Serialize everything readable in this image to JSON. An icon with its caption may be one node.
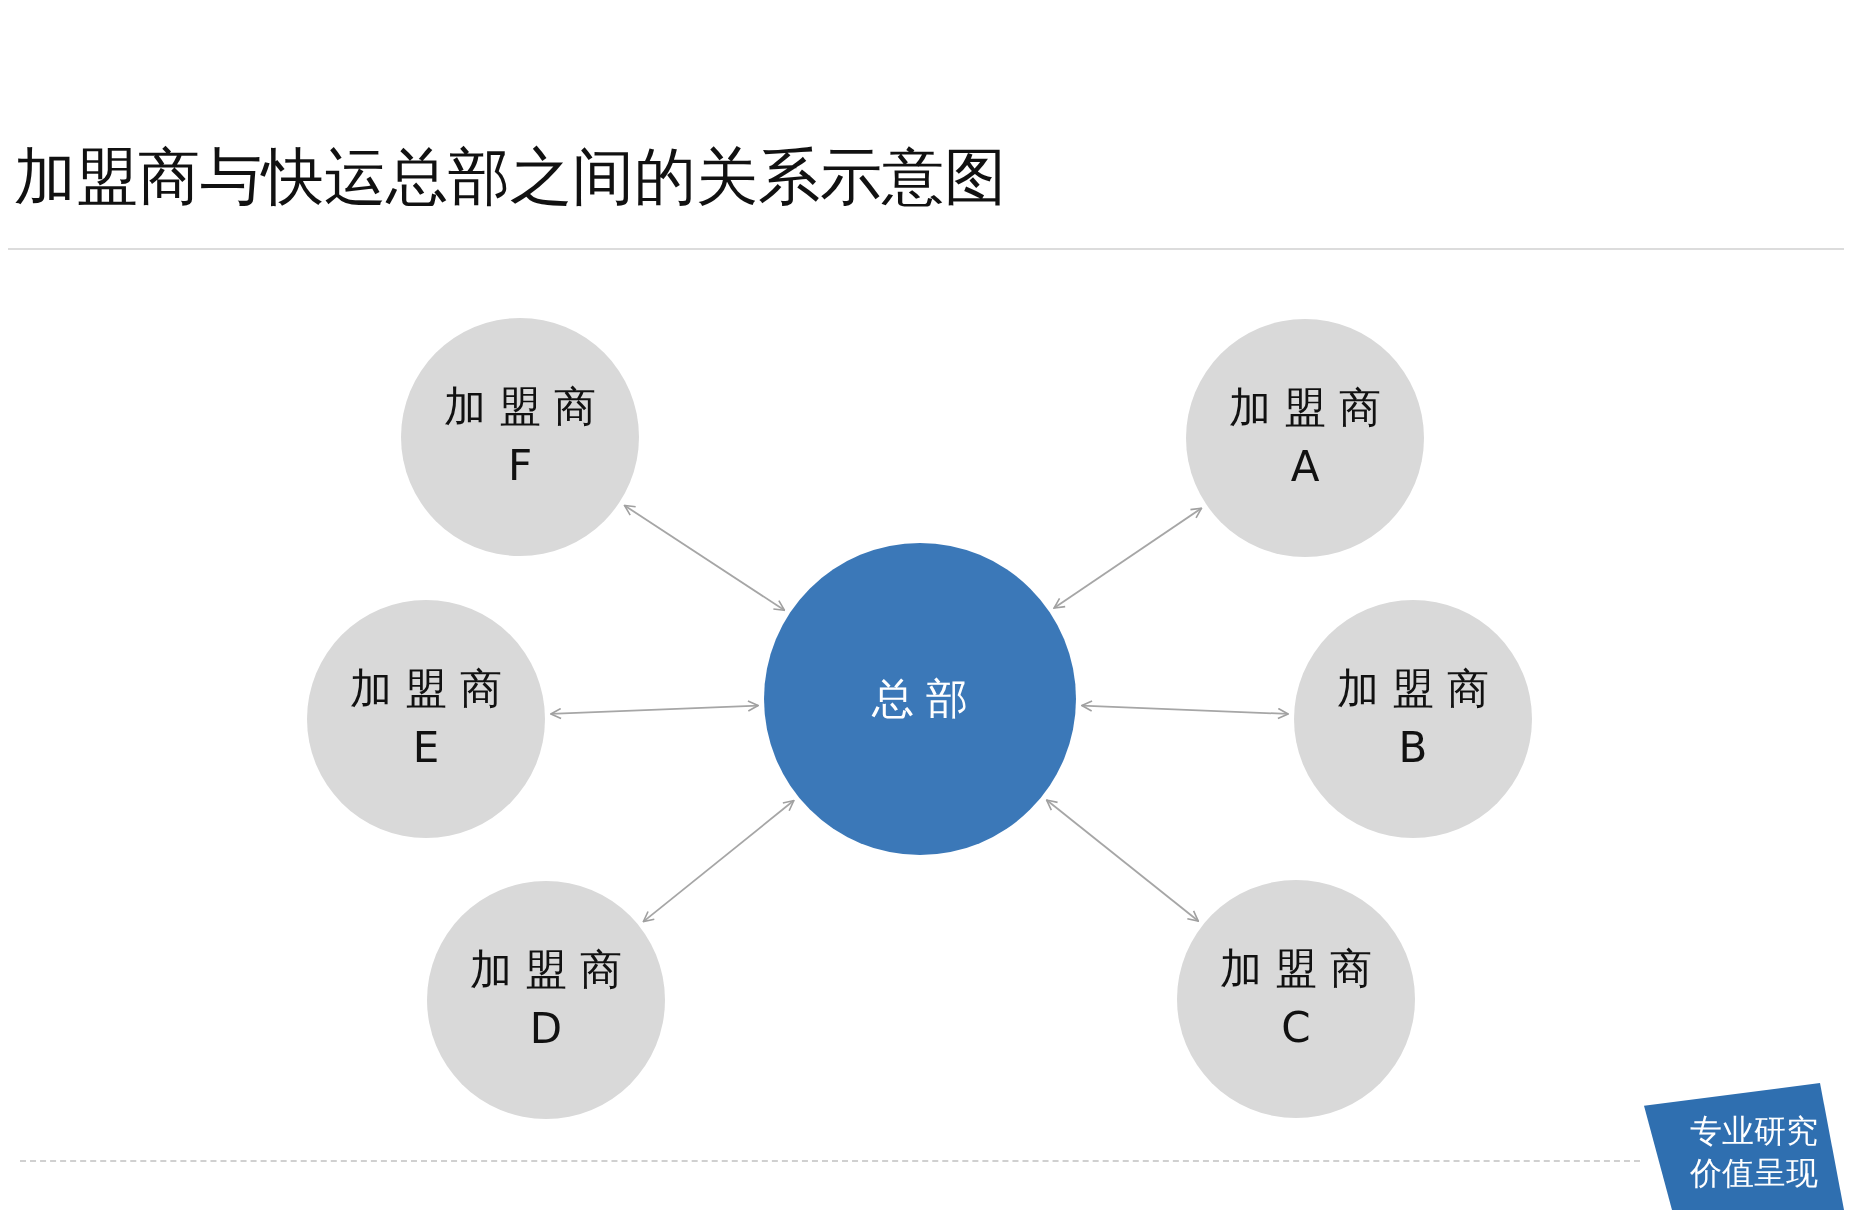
{
  "diagram": {
    "title": "加盟商与快运总部之间的关系示意图",
    "nodes": [
      {
        "text": [
          "加盟商 F"
        ]
      },
      {
        "text": [
          "加盟商 A"
        ]
      },
      {
        "text": [
          "加盟商 E"
        ]
      },
      {
        "text": [
          "总部"
        ]
      },
      {
        "text": [
          "加盟商 B"
        ]
      },
      {
        "text": [
          "加盟商 D"
        ]
      },
      {
        "text": [
          "加盟商 C"
        ]
      }
    ],
    "edges": [
      {
        "from": 3,
        "to": 0,
        "arrow": "both"
      },
      {
        "from": 3,
        "to": 1,
        "arrow": "both"
      },
      {
        "from": 3,
        "to": 2,
        "arrow": "both"
      },
      {
        "from": 3,
        "to": 4,
        "arrow": "both"
      },
      {
        "from": 3,
        "to": 5,
        "arrow": "both"
      },
      {
        "from": 3,
        "to": 6,
        "arrow": "both"
      }
    ],
    "labels": [
      "专业研究价值呈现"
    ]
  }
}
